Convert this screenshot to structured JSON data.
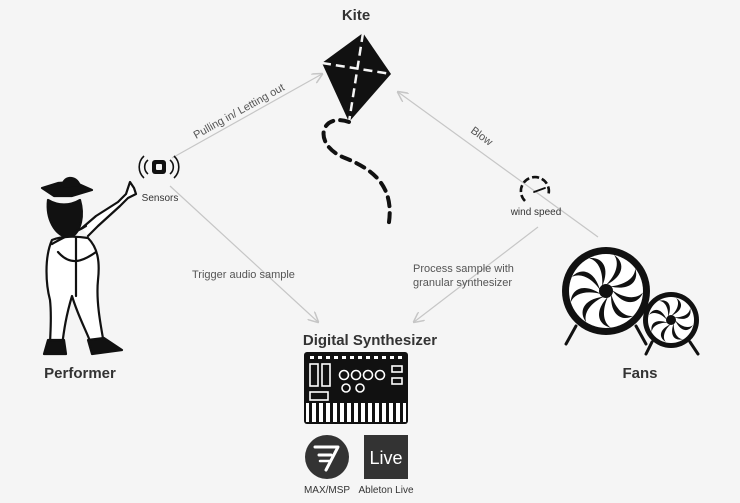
{
  "nodes": {
    "kite": "Kite",
    "performer": "Performer",
    "synth": "Digital Synthesizer",
    "fans": "Fans",
    "sensors": "Sensors",
    "wind_speed": "wind speed",
    "max_msp": "MAX/MSP",
    "ableton": "Ableton Live",
    "ableton_logo_text": "Live"
  },
  "edges": {
    "pulling": "Pulling in/ Letting out",
    "blow": "Blow",
    "trigger": "Trigger audio sample",
    "process_1": "Process sample with",
    "process_2": "granular synthesizer"
  }
}
